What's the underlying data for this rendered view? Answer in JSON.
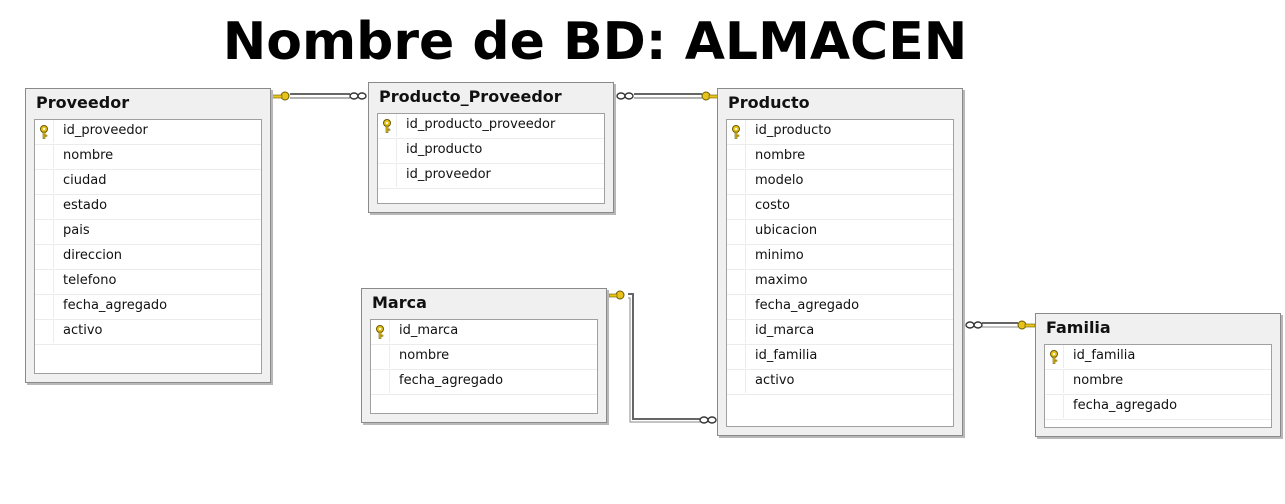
{
  "title": "Nombre de BD: ALMACEN",
  "tables": {
    "proveedor": {
      "name": "Proveedor",
      "columns": [
        "id_proveedor",
        "nombre",
        "ciudad",
        "estado",
        "pais",
        "direccion",
        "telefono",
        "fecha_agregado",
        "activo"
      ]
    },
    "producto_proveedor": {
      "name": "Producto_Proveedor",
      "columns": [
        "id_producto_proveedor",
        "id_producto",
        "id_proveedor"
      ]
    },
    "producto": {
      "name": "Producto",
      "columns": [
        "id_producto",
        "nombre",
        "modelo",
        "costo",
        "ubicacion",
        "minimo",
        "maximo",
        "fecha_agregado",
        "id_marca",
        "id_familia",
        "activo"
      ]
    },
    "marca": {
      "name": "Marca",
      "columns": [
        "id_marca",
        "nombre",
        "fecha_agregado"
      ]
    },
    "familia": {
      "name": "Familia",
      "columns": [
        "id_familia",
        "nombre",
        "fecha_agregado"
      ]
    }
  },
  "relationships": [
    {
      "from": "proveedor",
      "to": "producto_proveedor",
      "one_end": "proveedor",
      "many_end": "producto_proveedor"
    },
    {
      "from": "producto",
      "to": "producto_proveedor",
      "one_end": "producto",
      "many_end": "producto_proveedor"
    },
    {
      "from": "marca",
      "to": "producto",
      "one_end": "marca",
      "many_end": "producto"
    },
    {
      "from": "familia",
      "to": "producto",
      "one_end": "familia",
      "many_end": "producto"
    }
  ],
  "colors": {
    "key": "#e8c21a",
    "connector": "#555555"
  }
}
